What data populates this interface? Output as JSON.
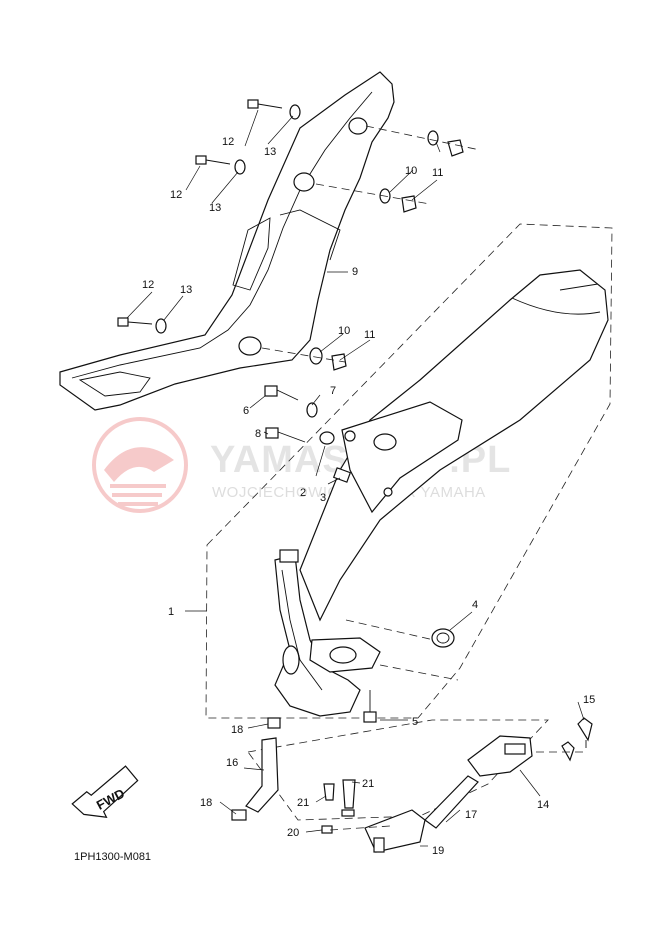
{
  "diagram_code": "1PH1300-M081",
  "fwd_label": "FWD",
  "watermark": {
    "title": "YAMASKLEP.PL",
    "subtitle": "WOJCIECHOWICZ DEALER YAMAHA"
  },
  "callouts": [
    "1",
    "2",
    "3",
    "4",
    "5",
    "6",
    "7",
    "8",
    "9",
    "10",
    "10",
    "11",
    "11",
    "12",
    "12",
    "12",
    "13",
    "13",
    "13",
    "14",
    "15",
    "16",
    "17",
    "18",
    "18",
    "19",
    "20",
    "21",
    "21"
  ]
}
